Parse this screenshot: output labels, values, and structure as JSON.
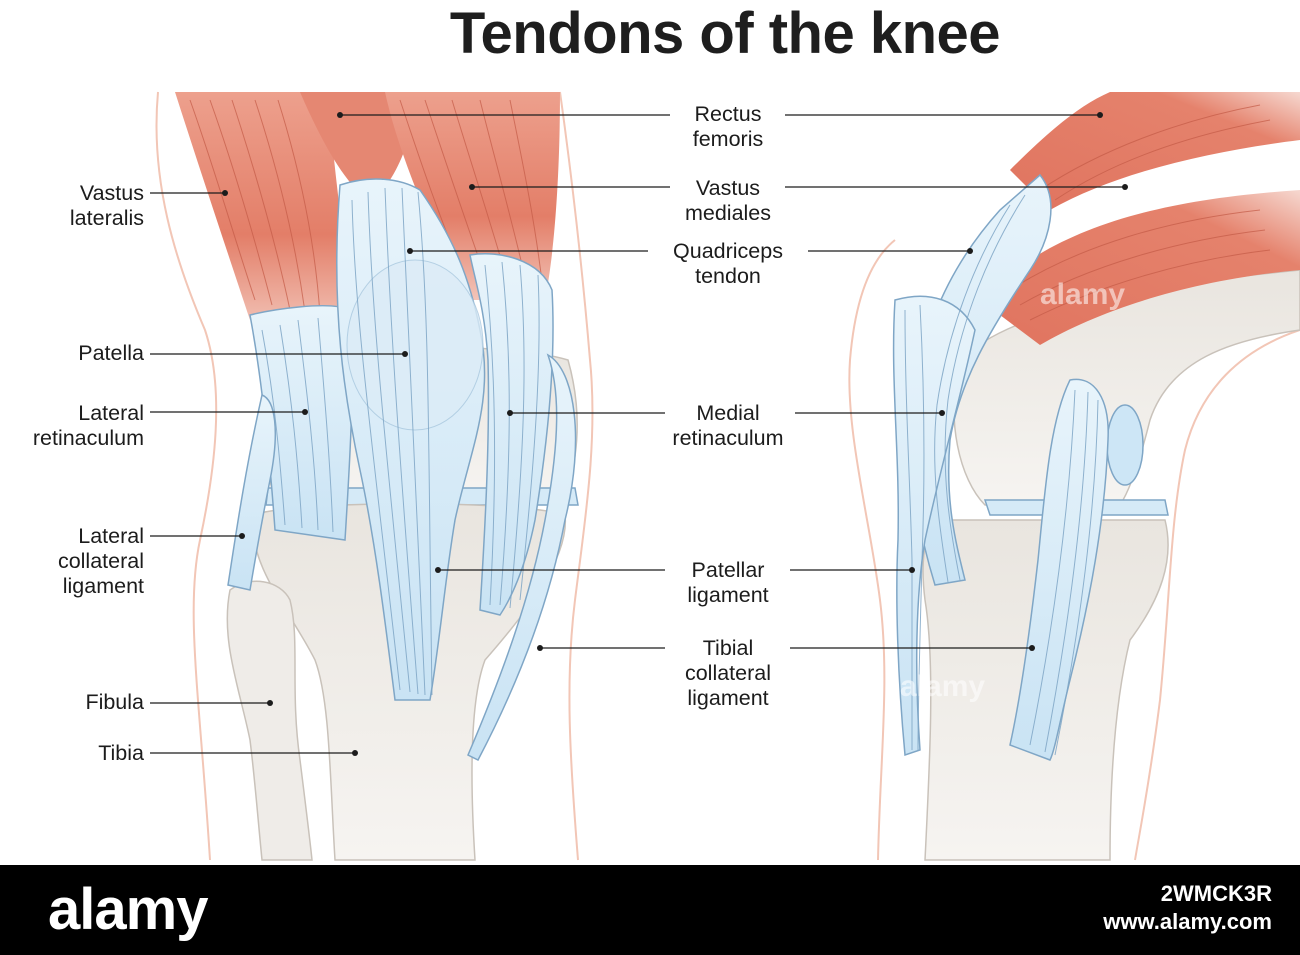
{
  "title": "Tendons of the knee",
  "labels": {
    "vastus_lateralis": "Vastus\nlateralis",
    "patella": "Patella",
    "lateral_retinaculum": "Lateral\nretinaculum",
    "lateral_collateral_ligament": "Lateral\ncollateral\nligament",
    "fibula": "Fibula",
    "tibia": "Tibia",
    "rectus_femoris": "Rectus\nfemoris",
    "vastus_mediales": "Vastus\nmediales",
    "quadriceps_tendon": "Quadriceps\ntendon",
    "medial_retinaculum": "Medial\nretinaculum",
    "patellar_ligament": "Patellar\nligament",
    "tibial_collateral_ligament": "Tibial\ncollateral\nligament"
  },
  "footer": {
    "brand": "alamy",
    "image_id": "2WMCK3R",
    "site": "www.alamy.com"
  },
  "watermark": "alamy",
  "colors": {
    "muscle": "#e48873",
    "tendon": "#cfe7f6",
    "tendon_stroke": "#7fa6c6",
    "bone": "#eeebe7",
    "skin_outline": "#f1c3b2"
  }
}
